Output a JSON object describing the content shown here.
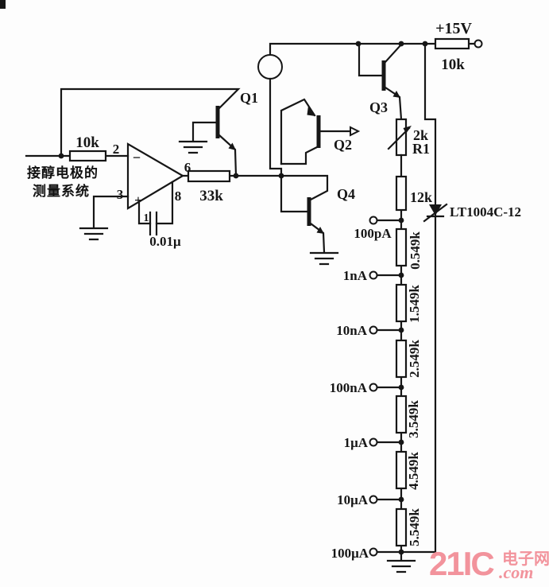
{
  "colors": {
    "ink": "#161616",
    "paper": "#fdfdfd",
    "watermark_pink": "#f2939c"
  },
  "input": {
    "source_label_line1": "接醇电极的",
    "source_label_line2": "测量系统",
    "series_resistor": "10k"
  },
  "opamp": {
    "pin_inverting": "2",
    "pin_noninverting": "3",
    "pin_output": "6",
    "pin_comp_right": "8",
    "pin_comp_left": "1",
    "minus_sign": "−",
    "plus_sign": "+",
    "comp_capacitor": "0.01μ",
    "output_resistor": "33k"
  },
  "transistors": {
    "q1": "Q1",
    "q2": "Q2",
    "q3": "Q3",
    "q4": "Q4"
  },
  "power": {
    "rail_voltage": "+15V",
    "rail_resistor": "10k"
  },
  "reference": {
    "part_number": "LT1004C-12"
  },
  "trimmer": {
    "value": "2k",
    "designator": "R1"
  },
  "ladder": {
    "top_resistor": "12k",
    "taps": [
      {
        "label": "100pA"
      },
      {
        "label": "1nA"
      },
      {
        "label": "10nA"
      },
      {
        "label": "100nA"
      },
      {
        "label": "1μA"
      },
      {
        "label": "10μA"
      },
      {
        "label": "100μA"
      }
    ],
    "resistors": [
      {
        "value": "0.549k"
      },
      {
        "value": "1.549k"
      },
      {
        "value": "2.549k"
      },
      {
        "value": "3.549k"
      },
      {
        "value": "4.549k"
      },
      {
        "value": "5.549k"
      }
    ]
  },
  "watermark": {
    "brand": "21IC",
    "domain_suffix": ".com",
    "site_name": "电子网"
  }
}
